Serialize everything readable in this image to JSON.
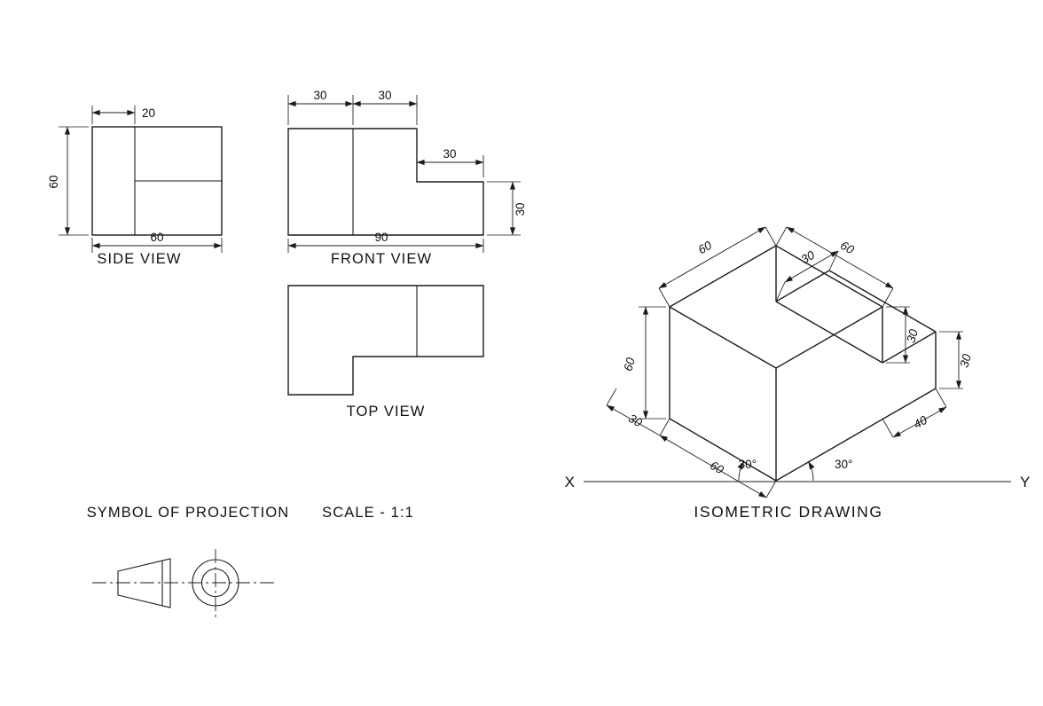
{
  "side_view": {
    "title": "SIDE VIEW",
    "dim_top": "20",
    "dim_left": "60",
    "dim_bottom": "60"
  },
  "front_view": {
    "title": "FRONT VIEW",
    "dim_top_left": "30",
    "dim_top_right": "30",
    "dim_step_width": "30",
    "dim_step_height": "30",
    "dim_bottom": "90"
  },
  "top_view": {
    "title": "TOP VIEW"
  },
  "projection": {
    "title": "SYMBOL OF PROJECTION",
    "scale": "SCALE - 1:1"
  },
  "isometric": {
    "title": "ISOMETRIC DRAWING",
    "axis_left": "X",
    "axis_right": "Y",
    "angle_left": "30°",
    "angle_right": "30°",
    "dim_top_left": "60",
    "dim_top_right": "60",
    "dim_height": "60",
    "dim_base_far": "30",
    "dim_base_near": "60",
    "dim_base_right": "40",
    "dim_step_a": "30",
    "dim_step_b": "30",
    "dim_step_c": "30"
  }
}
